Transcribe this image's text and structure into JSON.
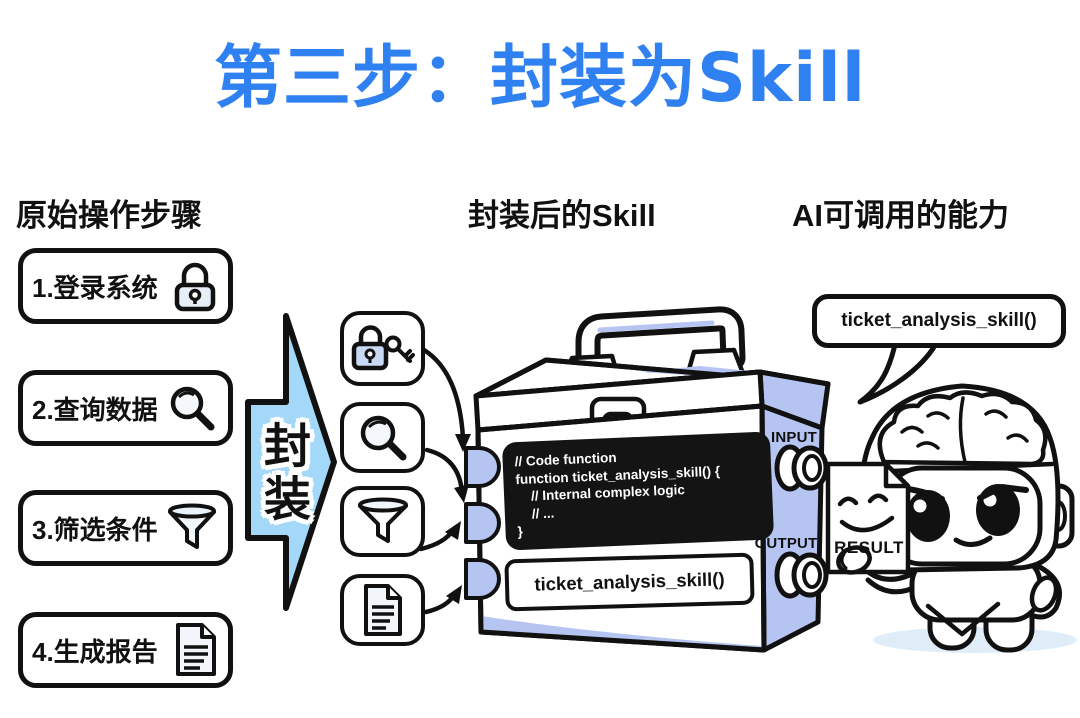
{
  "title": "第三步：封装为Skill",
  "colors": {
    "title_blue": "#2F80F0",
    "arrow_blue": "#A4D8F8",
    "periwinkle": "#B6C4F2",
    "ink": "#111111",
    "code_bg": "#141414"
  },
  "left_column": {
    "header": "原始操作步骤",
    "steps": [
      {
        "label": "1.登录系统",
        "icon": "lock-icon"
      },
      {
        "label": "2.查询数据",
        "icon": "magnifier-icon"
      },
      {
        "label": "3.筛选条件",
        "icon": "funnel-icon"
      },
      {
        "label": "4.生成报告",
        "icon": "report-icon"
      }
    ]
  },
  "transform_arrow": {
    "label": "封装"
  },
  "middle_column": {
    "header": "封装后的Skill",
    "capability_icons": [
      "lock-key-icon",
      "magnifier-icon",
      "funnel-icon",
      "document-icon"
    ],
    "toolbox": {
      "code": {
        "lines": [
          "// Code function",
          "function ticket_analysis_skill() {",
          "// Internal complex logic",
          "// ...",
          "}"
        ]
      },
      "skill_label": "ticket_analysis_skill()",
      "input_label": "INPUT",
      "output_label": "OUTPUT"
    }
  },
  "right_column": {
    "header": "AI可调用的能力",
    "speech_bubble": {
      "text": "ticket_analysis_skill()"
    },
    "result_doc": {
      "label": "RESULT"
    }
  }
}
